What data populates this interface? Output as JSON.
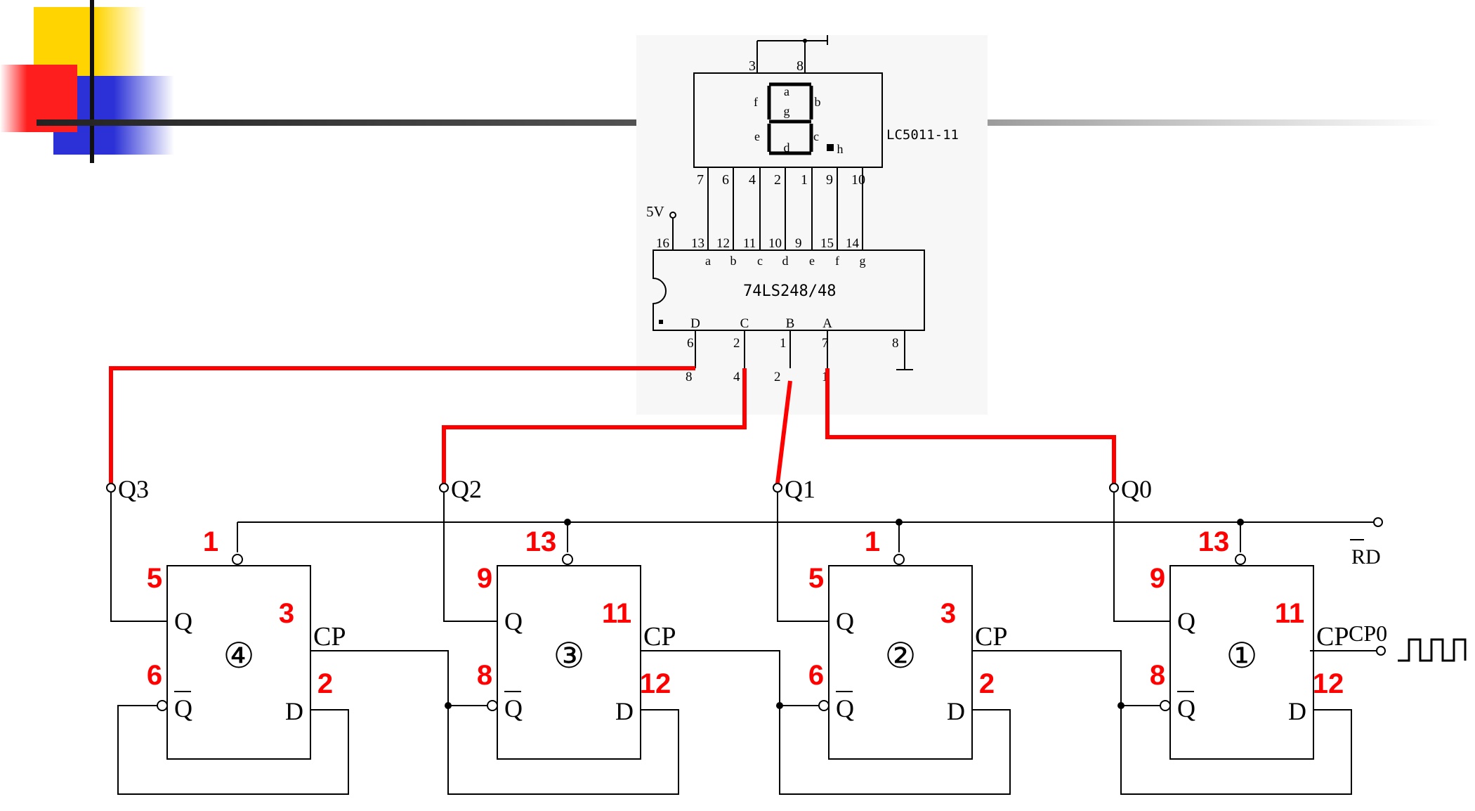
{
  "decoder_chip": {
    "label": "74LS248/48",
    "vcc_label": "5V",
    "top_pins": [
      "16",
      "13",
      "12",
      "11",
      "10",
      "9",
      "15",
      "14"
    ],
    "top_functions": [
      "a",
      "b",
      "c",
      "d",
      "e",
      "f",
      "g"
    ],
    "bottom_inputs": [
      "D",
      "C",
      "B",
      "A"
    ],
    "bottom_pins": [
      "6",
      "2",
      "1",
      "7",
      "8"
    ],
    "weights": [
      "8",
      "4",
      "2",
      "1"
    ]
  },
  "display": {
    "label": "LC5011-11",
    "top_pins": [
      "3",
      "8"
    ],
    "segments": [
      "a",
      "b",
      "c",
      "d",
      "e",
      "f",
      "g",
      "h"
    ],
    "bottom_pins": [
      "7",
      "6",
      "4",
      "2",
      "1",
      "9",
      "10"
    ]
  },
  "flip_flops": [
    {
      "number": "④",
      "output": "Q3",
      "q_pin": "5",
      "qbar_pin": "6",
      "cp_pin": "3",
      "d_pin": "2",
      "rd_pin": "1"
    },
    {
      "number": "③",
      "output": "Q2",
      "q_pin": "9",
      "qbar_pin": "8",
      "cp_pin": "11",
      "d_pin": "12",
      "rd_pin": "13"
    },
    {
      "number": "②",
      "output": "Q1",
      "q_pin": "5",
      "qbar_pin": "6",
      "cp_pin": "3",
      "d_pin": "2",
      "rd_pin": "1"
    },
    {
      "number": "①",
      "output": "Q0",
      "q_pin": "9",
      "qbar_pin": "8",
      "cp_pin": "11",
      "d_pin": "12",
      "rd_pin": "13"
    }
  ],
  "ff_labels": {
    "q": "Q",
    "qbar": "Q",
    "cp": "CP",
    "d": "D"
  },
  "reset_label": "RD",
  "clock_label": "CP0",
  "colors": {
    "wire": "#000000",
    "highlight": "#ff0000",
    "chip_bg": "#f7f7f7",
    "deco_yellow": "#ffd400",
    "deco_red": "#ff1e1e",
    "deco_blue": "#2b31d6"
  }
}
